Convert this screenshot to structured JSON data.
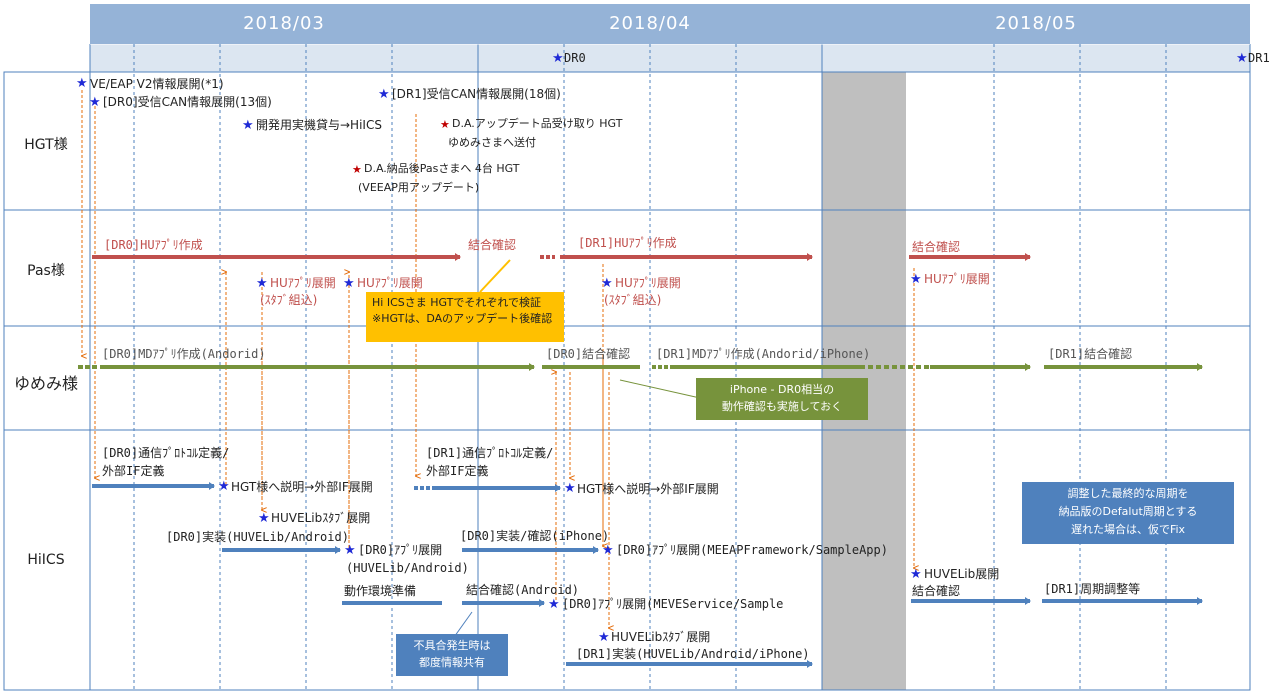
{
  "colors": {
    "header_bg": "#95b3d7",
    "subheader_bg": "#dce6f1",
    "grid_line": "#4f81bd",
    "pas_bar": "#c0504d",
    "yume_bar": "#77933c",
    "hilcs_bar": "#4f81bd",
    "blue_star": "#1f2ad6",
    "red_star": "#c00000",
    "orange_arrow": "#e46c0a",
    "gray_block": "#bfbfbf",
    "callout_orange": "#ffc000",
    "callout_green": "#77933c",
    "callout_blue": "#4f81bd"
  },
  "timeline": {
    "months": [
      "2018/03",
      "2018/04",
      "2018/05"
    ],
    "milestones": [
      {
        "star": "blue-star-icon",
        "label": "DR0"
      },
      {
        "star": "blue-star-icon",
        "label": "DR1"
      }
    ]
  },
  "rows": {
    "hgt": "HGT様",
    "pas": "Pas様",
    "yume": "ゆめみ様",
    "hilcs": "HiICS"
  },
  "hgt_events": {
    "ve_eap": "VE/EAP V2情報展開(*1)",
    "dr0_can": "[DR0]受信CAN情報展開(13個)",
    "dev_device": "開発用実機貸与→HiICS",
    "dr1_can": "[DR1]受信CAN情報展開(18個)",
    "da_update_1": "D.A.アップデート品受け取り HGT",
    "da_update_2": "ゆめみさまへ送付",
    "da_deliver": "D.A.納品後Pasさまへ 4台 HGT",
    "veeap_update": "(VEEAP用アップデート)"
  },
  "pas_events": {
    "dr0_hu_app": "[DR0]HUｱﾌﾟﾘ作成",
    "integration": "結合確認",
    "dr1_hu_app": "[DR1]HUｱﾌﾟﾘ作成",
    "integration_may": "結合確認",
    "hu_deploy_stub_1": "HUｱﾌﾟﾘ展開",
    "stub_embed_1": "(ｽﾀﾌﾞ組込)",
    "hu_deploy_2": "HUｱﾌﾟﾘ展開",
    "hu_deploy_stub_3": "HUｱﾌﾟﾘ展開",
    "stub_embed_3": "(ｽﾀﾌﾞ組込)",
    "hu_deploy_may": "HUｱﾌﾟﾘ展開"
  },
  "pas_callout": {
    "line1": "Hi ICSさま HGTでそれぞれで検証",
    "line2": "※HGTは、DAのアップデート後確認"
  },
  "yume_events": {
    "dr0_md_app": "[DR0]MDｱﾌﾟﾘ作成(Andorid)",
    "dr0_integration": "[DR0]結合確認",
    "dr1_md_app": "[DR1]MDｱﾌﾟﾘ作成(Andorid/iPhone)",
    "dr1_integration": "[DR1]結合確認"
  },
  "yume_callout": {
    "line1": "iPhone - DR0相当の",
    "line2": "動作確認も実施しておく"
  },
  "hilcs_events": {
    "dr0_protocol_1": "[DR0]通信ﾌﾟﾛﾄｺﾙ定義/",
    "dr0_protocol_2": "外部IF定義",
    "hgt_explain_1": "HGT様へ説明→外部IF展開",
    "huvelib_stub_1": "HUVELibｽﾀﾌﾞ展開",
    "dr0_impl": "[DR0]実装(HUVELib/Android)",
    "dr0_app_deploy": "[DR0]ｱﾌﾟﾘ展開",
    "dr0_app_deploy_sub": "(HUVELib/Android)",
    "env_prep": "動作環境準備",
    "dr1_protocol_1": "[DR1]通信ﾌﾟﾛﾄｺﾙ定義/",
    "dr1_protocol_2": "外部IF定義",
    "hgt_explain_2": "HGT様へ説明→外部IF展開",
    "dr0_impl_check": "[DR0]実装/確認(iPhone)",
    "dr0_app_deploy_meeap": "[DR0]ｱﾌﾟﾘ展開(MEEAPFramework/SampleApp)",
    "integration_android": "結合確認(Android)",
    "dr0_app_deploy_meve": "[DR0]ｱﾌﾟﾘ展開(MEVEService/Sample",
    "huvelib_stub_2": "HUVELibｽﾀﾌﾞ展開",
    "dr1_impl": "[DR1]実装(HUVELib/Android/iPhone)",
    "huvelib_deploy": "HUVELib展開",
    "integration_may": "結合確認",
    "dr1_cycle": "[DR1]周期調整等"
  },
  "hilcs_callout_issue": {
    "line1": "不具合発生時は",
    "line2": "都度情報共有"
  },
  "hilcs_callout_cycle": {
    "line1": "調整した最終的な周期を",
    "line2": "納品版のDefalut周期とする",
    "line3": "遅れた場合は、仮でFix"
  }
}
